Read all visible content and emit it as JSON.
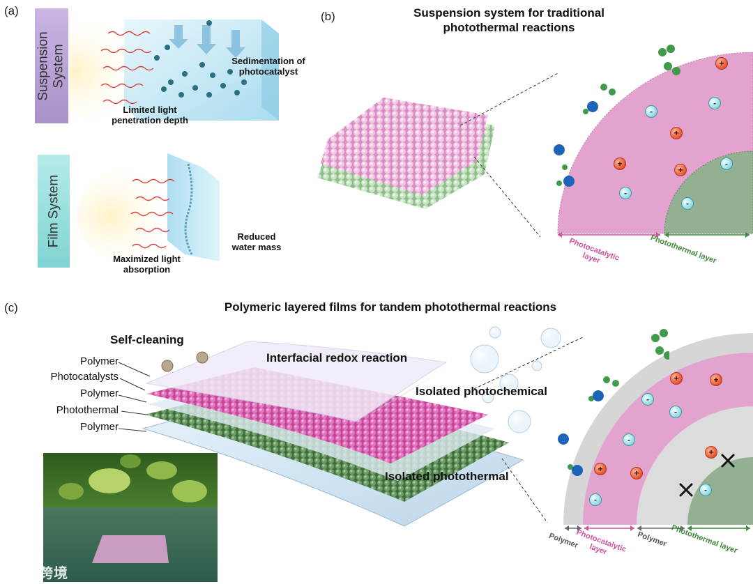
{
  "panel_a": {
    "letter": "(a)",
    "suspension_tab": "Suspension System",
    "film_tab": "Film System",
    "limited_light": "Limited light penetration depth",
    "sedimentation": "Sedimentation of photocatalyst",
    "maximized_light": "Maximized light absorption",
    "reduced_water": "Reduced water mass"
  },
  "panel_b": {
    "letter": "(b)",
    "title_line1": "Suspension system for traditional",
    "title_line2": "photothermal reactions",
    "photocatalytic_layer": "Photocatalytic layer",
    "photothermal_layer": "Photothermal layer"
  },
  "panel_c": {
    "letter": "(c)",
    "title": "Polymeric layered films for tandem photothermal reactions",
    "self_cleaning": "Self-cleaning",
    "interfacial": "Interfacial redox reaction",
    "isolated_photochemical": "Isolated photochemical",
    "isolated_photothermal": "Isolated photothermal",
    "layers": [
      "Polymer",
      "Photocatalysts",
      "Polymer",
      "Photothermal",
      "Polymer"
    ],
    "axis_polymer_1": "Polymer",
    "axis_photocatalytic": "Photocatalytic layer",
    "axis_polymer_2": "Polymer",
    "axis_photothermal": "Photothermal layer"
  },
  "ion_symbols": {
    "positive": "+",
    "negative": "-"
  },
  "watermark": "大数跨境",
  "colors": {
    "suspension_tab": "#a792c9",
    "film_tab": "#7fd3d2",
    "photocatalytic": "#e2a3cf",
    "photothermal": "#93b192",
    "polymer": "#d6d6d6",
    "positive_ion": "#e4532e",
    "negative_ion": "#8fd7df",
    "photothermal_text": "#3e8a3b",
    "photocatalytic_text": "#d0529e"
  }
}
